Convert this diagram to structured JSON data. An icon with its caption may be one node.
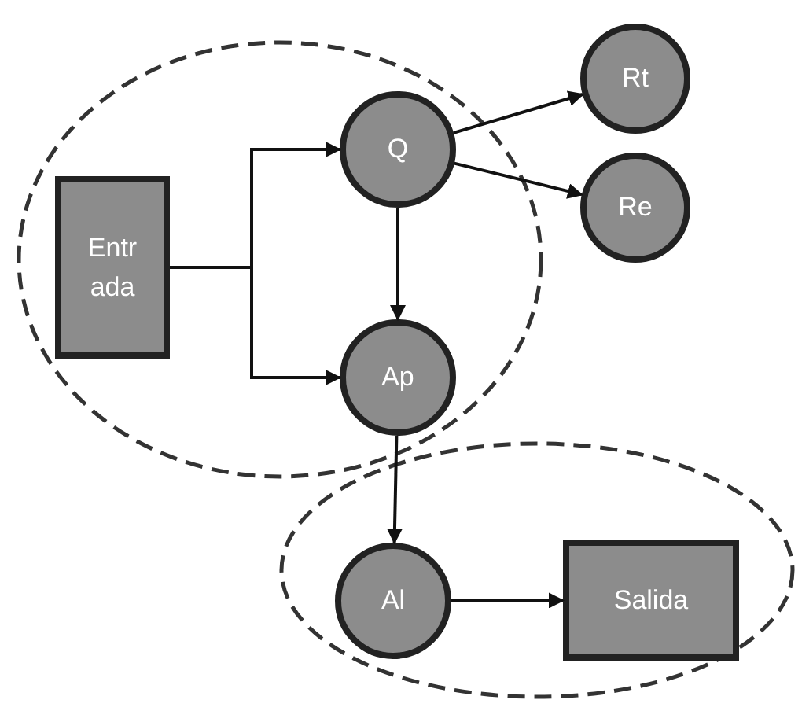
{
  "diagram": {
    "nodes": [
      {
        "text": [],
        "shape": "ellipse"
      },
      {
        "text": [
          "Entr ada"
        ],
        "in": 0
      },
      {
        "text": [
          "Q"
        ],
        "in": 0
      },
      {
        "text": [
          "Ap"
        ],
        "in": 0
      },
      {
        "text": [
          "Rt"
        ]
      },
      {
        "text": [
          "Re"
        ]
      },
      {
        "text": [],
        "shape": "ellipse"
      },
      {
        "text": [
          "Al"
        ],
        "in": 6
      },
      {
        "text": [
          "Salida"
        ],
        "in": 6
      }
    ],
    "edges": [
      {
        "from": 1,
        "to": 2,
        "arrow": "to"
      },
      {
        "from": 1,
        "to": 3,
        "arrow": "to"
      },
      {
        "from": 2,
        "to": 3,
        "arrow": "to"
      },
      {
        "from": 2,
        "to": 4,
        "arrow": "to"
      },
      {
        "from": 2,
        "to": 5,
        "arrow": "to"
      },
      {
        "from": 3,
        "to": 7,
        "arrow": "to"
      },
      {
        "from": 7,
        "to": 8,
        "arrow": "to"
      }
    ]
  }
}
